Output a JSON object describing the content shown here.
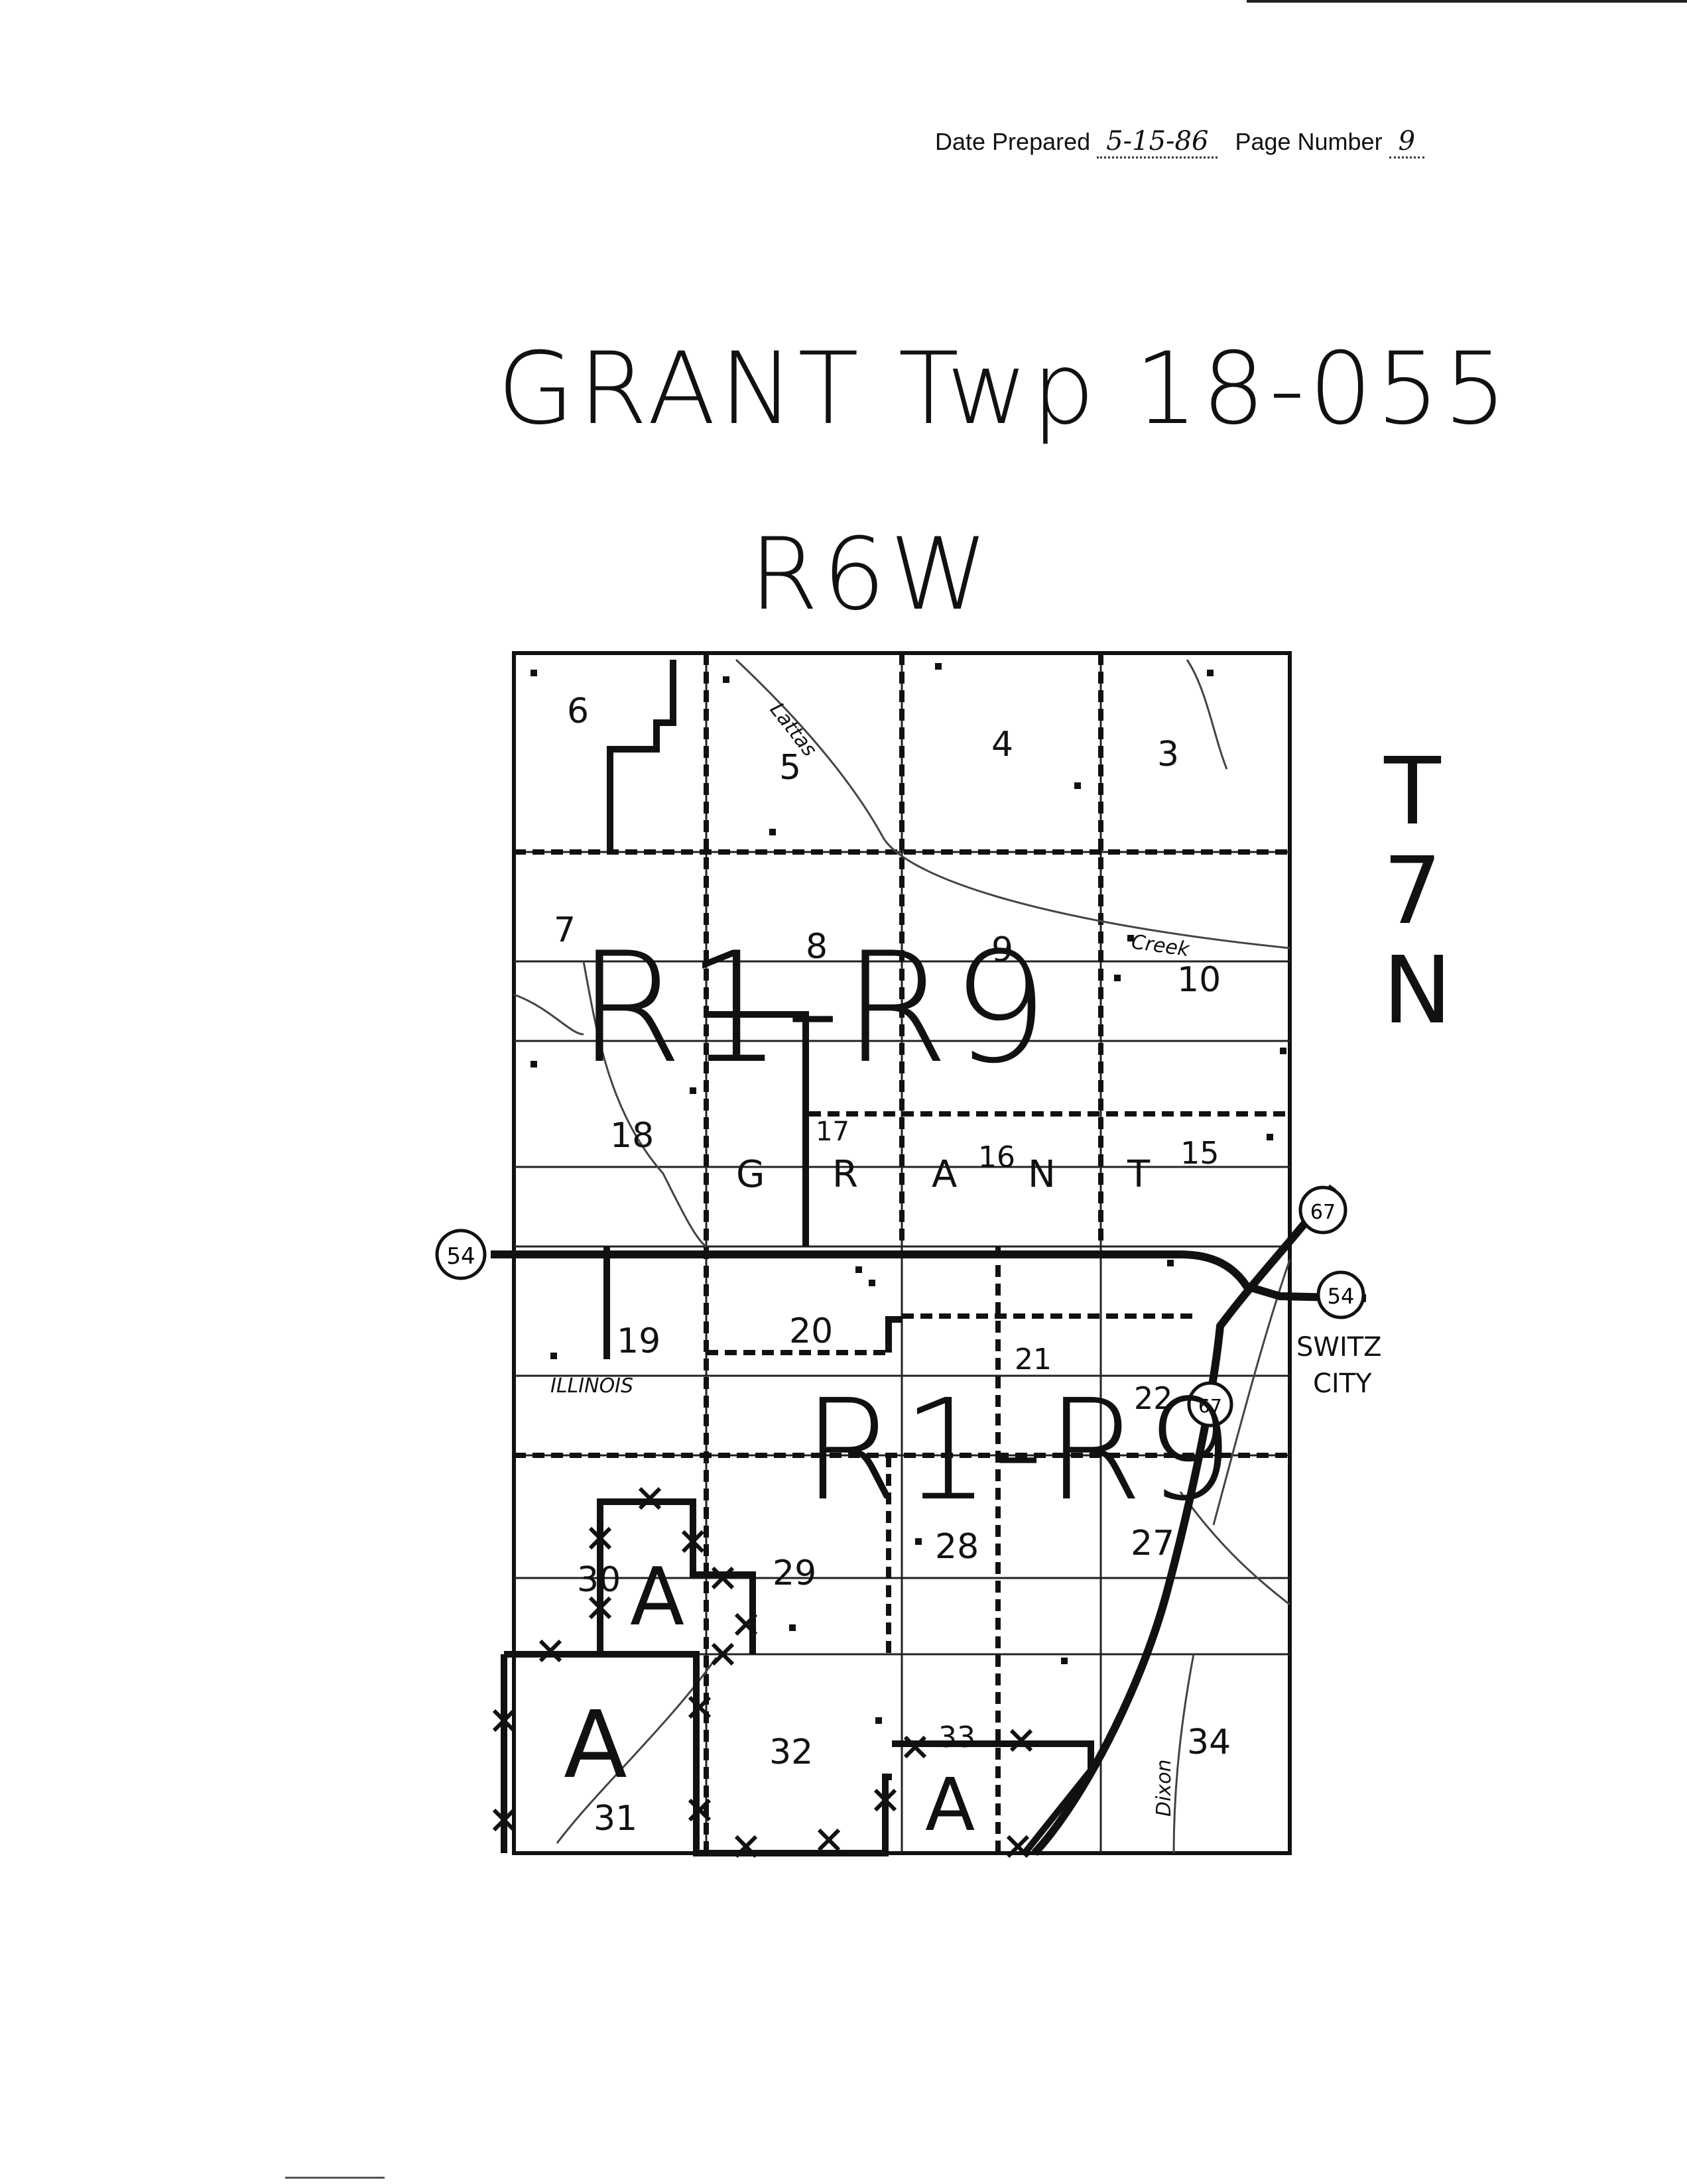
{
  "header": {
    "date_label": "Date Prepared",
    "date_value": "5-15-86",
    "page_label": "Page Number",
    "page_value": "9"
  },
  "title": "GRANT Twp 18-055",
  "range": "R6W",
  "township": [
    "T",
    "7",
    "N"
  ],
  "zones": {
    "north": "R1-R9",
    "south": "R1-R9",
    "agricultural": "A"
  },
  "sections": [
    "6",
    "5",
    "4",
    "3",
    "7",
    "8",
    "9",
    "10",
    "18",
    "17",
    "16",
    "15",
    "19",
    "20",
    "21",
    "22",
    "30",
    "29",
    "28",
    "27",
    "31",
    "32",
    "33",
    "34"
  ],
  "place_labels": {
    "township_name_letters": [
      "G",
      "R",
      "A",
      "N",
      "T"
    ],
    "creek_upper": "Lattas",
    "creek": "Creek",
    "river": "ILLINOIS",
    "creek_lower": "Dixon",
    "town_line1": "SWITZ",
    "town_line2": "CITY"
  },
  "routes": {
    "west_54": "54",
    "east_54": "54",
    "north_67": "67",
    "south_67": "67"
  }
}
